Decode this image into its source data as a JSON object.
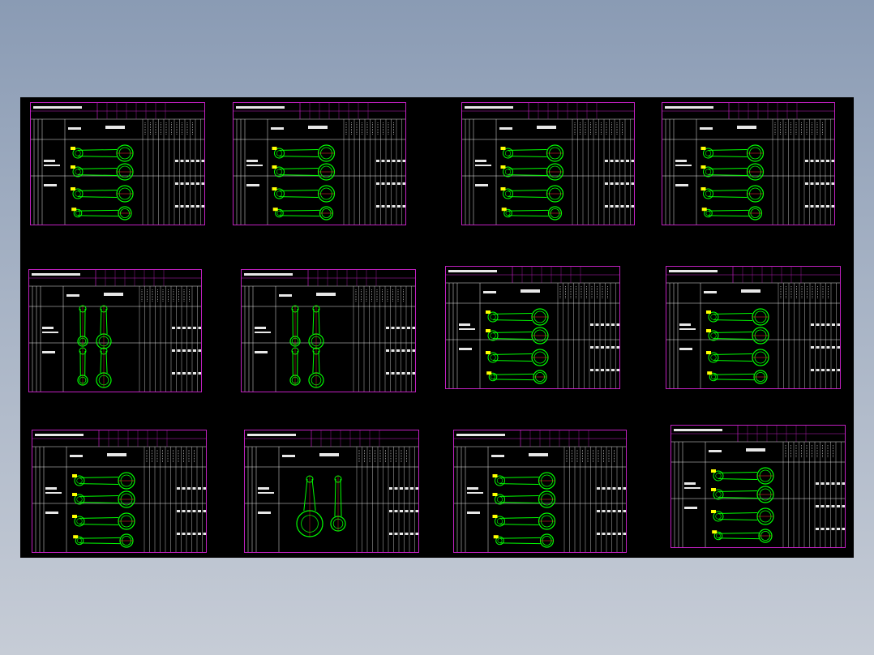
{
  "viewport": {
    "background": "#000000"
  },
  "colors": {
    "border": "#c020c0",
    "line": "#e8e8e8",
    "part": "#00ff00",
    "accent": "#ffff00",
    "marker": "#ff3030"
  },
  "sheets": [
    {
      "id": "sheet-1",
      "title": ""
    },
    {
      "id": "sheet-2",
      "title": ""
    },
    {
      "id": "sheet-3",
      "title": ""
    },
    {
      "id": "sheet-4",
      "title": ""
    },
    {
      "id": "sheet-5",
      "title": ""
    },
    {
      "id": "sheet-6",
      "title": ""
    },
    {
      "id": "sheet-7",
      "title": ""
    },
    {
      "id": "sheet-8",
      "title": ""
    },
    {
      "id": "sheet-9",
      "title": ""
    },
    {
      "id": "sheet-10",
      "title": ""
    },
    {
      "id": "sheet-11",
      "title": ""
    },
    {
      "id": "sheet-12",
      "title": ""
    }
  ]
}
